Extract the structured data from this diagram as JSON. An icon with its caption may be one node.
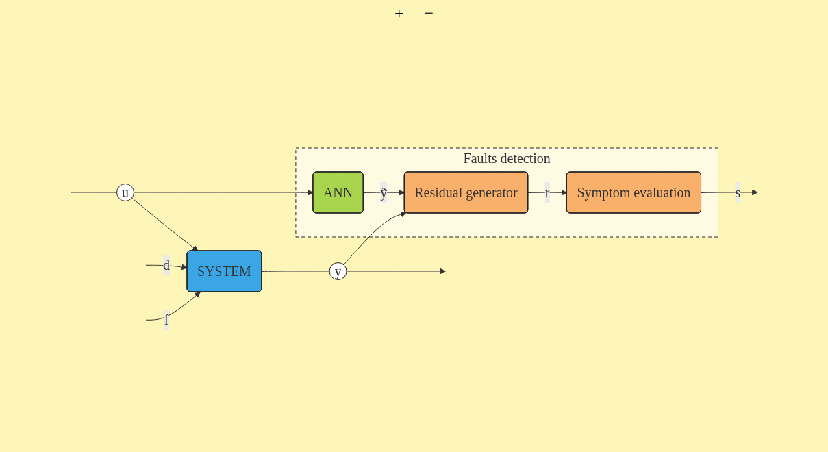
{
  "diagram": {
    "nodes": [
      {
        "text": [
          "SYSTEM"
        ]
      },
      {
        "text": [
          "Faults detection"
        ]
      },
      {
        "text": [
          "ANN"
        ],
        "in": 1
      },
      {
        "text": [
          "Residual generator"
        ],
        "in": 1
      },
      {
        "text": [
          "Symptom evaluation"
        ],
        "in": 1
      },
      {
        "text": [
          "u"
        ]
      },
      {
        "text": [
          "y"
        ]
      }
    ],
    "edges": [
      {
        "from": null,
        "to": 0,
        "arrow": "to",
        "label": "f"
      },
      {
        "from": null,
        "to": 0,
        "arrow": "to",
        "label": "d"
      },
      {
        "from": null,
        "to": 5,
        "arrow": "none"
      },
      {
        "from": 5,
        "to": 0,
        "arrow": "to"
      },
      {
        "from": 5,
        "to": 2,
        "arrow": "to"
      },
      {
        "from": 0,
        "to": 6,
        "arrow": "none"
      },
      {
        "from": 6,
        "to": null,
        "arrow": "to"
      },
      {
        "from": 6,
        "to": 3,
        "arrow": "to"
      },
      {
        "from": 2,
        "to": 3,
        "arrow": "to",
        "label": "ỹ"
      },
      {
        "from": 3,
        "to": 4,
        "arrow": "to",
        "label": "r"
      },
      {
        "from": 4,
        "to": null,
        "arrow": "to",
        "label": "s"
      }
    ],
    "labels": [
      "+",
      "−"
    ]
  }
}
